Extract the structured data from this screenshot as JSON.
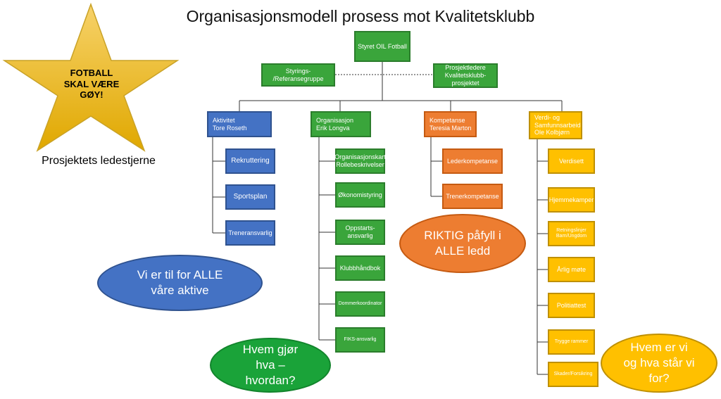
{
  "title": "Organisasjonsmodell prosess mot Kvalitetsklubb",
  "star": {
    "text": "FOTBALL\nSKAL VÆRE\nGØY!",
    "caption": "Prosjektets ledestjerne"
  },
  "top": {
    "board": "Styret OIL Fotball",
    "steering": "Styrings-\n/Referansegruppe",
    "project_leaders": "Prosjektledere\nKvalitetsklubb-\nprosjektet"
  },
  "columns": {
    "activity": {
      "head": "Aktivitet\nTore Roseth",
      "items": [
        "Rekruttering",
        "Sportsplan",
        "Treneransvarlig"
      ]
    },
    "organisation": {
      "head": "Organisasjon\nErik Longva",
      "items": [
        "Organisasjonskart\nRollebeskrivelser",
        "Økonomistyring",
        "Oppstarts-\nansvarlig",
        "Klubbhåndbok",
        "Dommerkoordinator",
        "FIKS-ansvarlig"
      ]
    },
    "competence": {
      "head": "Kompetanse\nTeresia Marton",
      "items": [
        "Lederkompetanse",
        "Trenerkompetanse"
      ]
    },
    "values": {
      "head": "Verdi- og\nSamfunnsarbeid\nOle Kolbjørn",
      "items": [
        "Verdisett",
        "Hjemmekamper",
        "Retningslinjer\nBarn/Ungdom",
        "Årlig møte",
        "Politiattest",
        "Trygge rammer",
        "Skader/Forsikring"
      ]
    }
  },
  "bubbles": {
    "blue": "Vi er til for ALLE\nvåre aktive",
    "orange": "RIKTIG påfyll i\nALLE ledd",
    "green": "Hvem gjør\nhva –\nhvordan?",
    "yellow": "Hvem er vi\nog hva står vi\nfor?"
  },
  "colors": {
    "green": "#3aa53b",
    "blue": "#4472c4",
    "orange": "#ed7d31",
    "yellow": "#ffc000",
    "star": "#f2b51c"
  }
}
